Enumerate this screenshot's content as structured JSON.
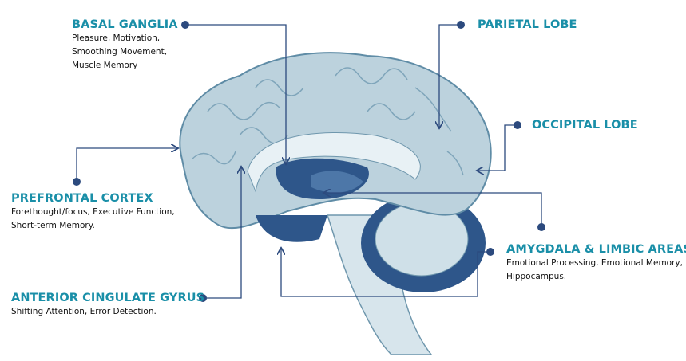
{
  "title": "Brain Regions",
  "colors": {
    "title": "#1a8fa8",
    "line": "#2c4a7e",
    "brain": "#bcd2dd",
    "dark": "#2e568a"
  },
  "labels": {
    "basal_ganglia": {
      "title": "BASAL GANGLIA",
      "lines": [
        "Pleasure, Motivation,",
        "Smoothing Movement,",
        "Muscle Memory"
      ]
    },
    "parietal_lobe": {
      "title": "PARIETAL LOBE"
    },
    "occipital_lobe": {
      "title": "OCCIPITAL LOBE"
    },
    "prefrontal_cortex": {
      "title": "PREFRONTAL CORTEX",
      "lines": [
        "Forethought/focus, Executive Function,",
        "Short-term Memory."
      ]
    },
    "amygdala": {
      "title": "AMYGDALA & LIMBIC AREAS",
      "lines": [
        "Emotional Processing, Emotional Memory,",
        "Hippocampus."
      ]
    },
    "anterior_cingulate": {
      "title": "ANTERIOR CINGULATE GYRUS",
      "lines": [
        "Shifting Attention, Error Detection."
      ]
    }
  }
}
